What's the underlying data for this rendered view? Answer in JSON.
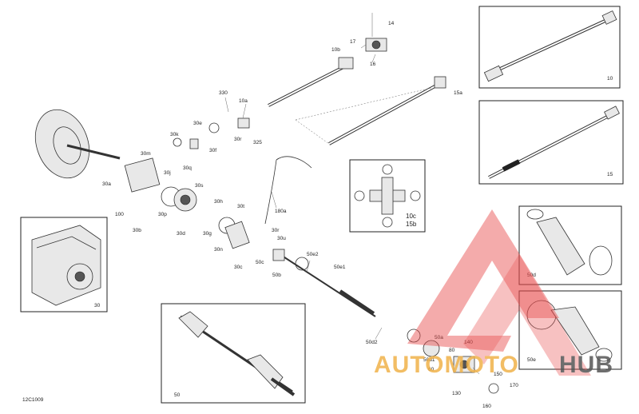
{
  "diagram": {
    "drawing_code": "12C1009",
    "labels": {
      "l14": "14",
      "l17": "17",
      "l16": "16",
      "l10b": "10b",
      "l15a": "15a",
      "l330": "330",
      "l10a": "10a",
      "l325": "325",
      "l30e": "30e",
      "l30f": "30f",
      "l30r": "30r",
      "l30k": "30k",
      "l30q": "30q",
      "l30m": "30m",
      "l30j": "30j",
      "l30a": "30a",
      "l100": "100",
      "l30b": "30b",
      "l30p": "30p",
      "l30s": "30s",
      "l30h": "30h",
      "l30t": "30t",
      "l30d": "30d",
      "l30g": "30g",
      "l30n": "30n",
      "l30c": "30c",
      "l30u": "30u",
      "l50c": "50c",
      "l50b": "50b",
      "l50e2": "50e2",
      "l50e1": "50e1",
      "l180a": "180a",
      "l50d2": "50d2",
      "l50a": "50a",
      "l50d1": "50d1",
      "l140": "140",
      "l80": "80",
      "l60": "60",
      "l130": "130",
      "l150": "150",
      "l160": "160",
      "l170": "170"
    },
    "insets": {
      "shaft_10": "10",
      "shaft_15": "15",
      "ujoint_10c": "10c",
      "ujoint_15b": "15b",
      "housing_30": "30",
      "axle_50": "50",
      "boot_50d": "50d",
      "boot_50e": "50e"
    }
  },
  "watermark": {
    "text_a": "AUTOMOTO",
    "text_b": "HUB",
    "color_a": "#f0b24a",
    "color_b": "#555555",
    "logo_color": "#e84a4a"
  }
}
